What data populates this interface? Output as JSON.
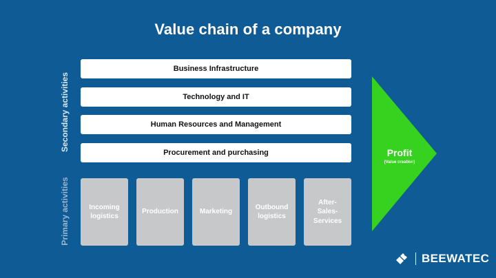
{
  "title": "Value chain of a company",
  "labels": {
    "secondary": "Secondary activities",
    "primary": "Primary activities"
  },
  "secondary_activities": [
    "Business Infrastructure",
    "Technology and IT",
    "Human Resources and Management",
    "Procurement and purchasing"
  ],
  "primary_activities": [
    [
      "Incoming",
      "logistics"
    ],
    [
      "Production"
    ],
    [
      "Marketing"
    ],
    [
      "Outbound",
      "logistics"
    ],
    [
      "After-",
      "Sales-",
      "Services"
    ]
  ],
  "profit": {
    "title": "Profit",
    "subtitle": "(Value creation)"
  },
  "brand": {
    "name": "BEEWATEC",
    "icon": "beewatec-logo-icon"
  },
  "colors": {
    "background": "#0f5b96",
    "bar": "#ffffff",
    "tile": "#c7c8ca",
    "profit": "#37d11f",
    "text_dark": "#111111",
    "text_light": "#ffffff"
  }
}
